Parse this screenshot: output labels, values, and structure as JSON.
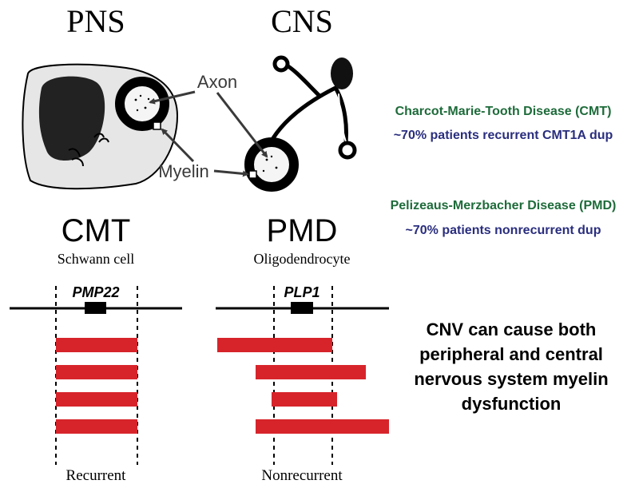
{
  "headers": {
    "pns": "PNS",
    "cns": "CNS"
  },
  "cell_labels": {
    "axon": "Axon",
    "myelin": "Myelin"
  },
  "disease_cmt": {
    "name": "Charcot-Marie-Tooth Disease (CMT)",
    "note": "~70% patients recurrent CMT1A dup",
    "abbr": "CMT",
    "cell_type": "Schwann cell",
    "gene": "PMP22",
    "type_label": "Recurrent"
  },
  "disease_pmd": {
    "name": "Pelizeaus-Merzbacher Disease (PMD)",
    "note": "~70% patients nonrecurrent dup",
    "abbr": "PMD",
    "cell_type": "Oligodendrocyte",
    "gene": "PLP1",
    "type_label": "Nonrecurrent"
  },
  "conclusion": {
    "line1": "CNV can cause both",
    "line2": "peripheral and central",
    "line3": "nervous system myelin",
    "line4": "dysfunction"
  },
  "colors": {
    "disease_name": "#1e6b3a",
    "disease_note": "#2a2e7e",
    "duplication_bar": "#d7242b",
    "label_gray": "#3a3a3a"
  }
}
